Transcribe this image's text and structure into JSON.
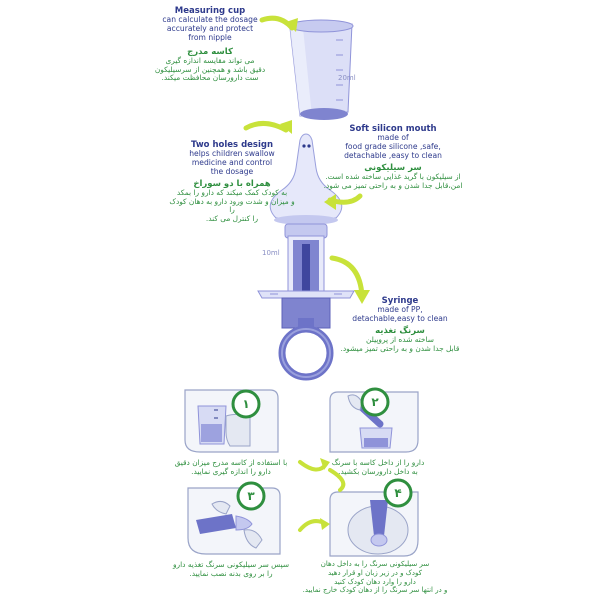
{
  "labels": {
    "measuring_cup": {
      "title": "Measuring cup",
      "body": [
        "can calculate the dosage",
        "accurately and protect",
        "from nipple"
      ],
      "fa_title": "کاسه مدرج",
      "fa_body": [
        "می تواند مقایسه اندازه گیری",
        "دقیق باشد و همچنین از سرسیلیکون",
        "ست دارورسان محافظت میکند."
      ]
    },
    "soft_mouth": {
      "title": "Soft silicon mouth",
      "body": [
        "made of",
        "food grade silicone ,safe,",
        "detachable ,easy to clean"
      ],
      "fa_title": "سر سیلیکونی",
      "fa_body": [
        "از سیلیکون با گرید غذایی ساخته شده است.",
        "امن،قابل جدا شدن و به راحتی تمیز می شود."
      ]
    },
    "two_holes": {
      "title": "Two holes design",
      "body": [
        "helps children swallow",
        "medicine and control",
        "the dosage"
      ],
      "fa_title": "همراه با دو سوراخ",
      "fa_body": [
        "به کودک کمک میکند که دارو را بمکد",
        "و میزان و شدت ورود دارو به دهان کودک را",
        "را کنترل می کند."
      ]
    },
    "syringe": {
      "title": "Syringe",
      "body": [
        "made of PP,",
        "detachable,easy to clean"
      ],
      "fa_title": "سرنگ تغذیه",
      "fa_body": [
        "ساخته شده از پروپیلن",
        "قابل جدا شدن و به راحتی تمیز میشود."
      ]
    }
  },
  "markings": {
    "cup_volume": "20ml",
    "syringe_volume": "10ml"
  },
  "steps": [
    {
      "number": "۱",
      "caption": [
        "با استفاده از کاسه مدرج میزان دقیق",
        "دارو را اندازه گیری نمایید."
      ]
    },
    {
      "number": "۲",
      "caption": [
        "دارو را از داخل کاسه با سرنگ",
        "به داخل دارورسان بکشید."
      ]
    },
    {
      "number": "۳",
      "caption": [
        "سپس سر سیلیکونی سرنگ تغذیه دارو",
        "را بر روی بدنه نصب نمایید."
      ]
    },
    {
      "number": "۴",
      "caption": [
        "سر سیلیکونی سرنگ را به داخل دهان",
        "کودک و در زیر زبان او قرار دهید",
        "دارو را وارد دهان کودک کنید",
        "و در انتها سر سرنگ را از دهان کودک خارج نمایید."
      ]
    }
  ],
  "colors": {
    "navy": "#2e3a8c",
    "green": "#2f8f3f",
    "lime": "#c8e23a",
    "product": "#8f93d9",
    "skin": "#e9edf6"
  }
}
